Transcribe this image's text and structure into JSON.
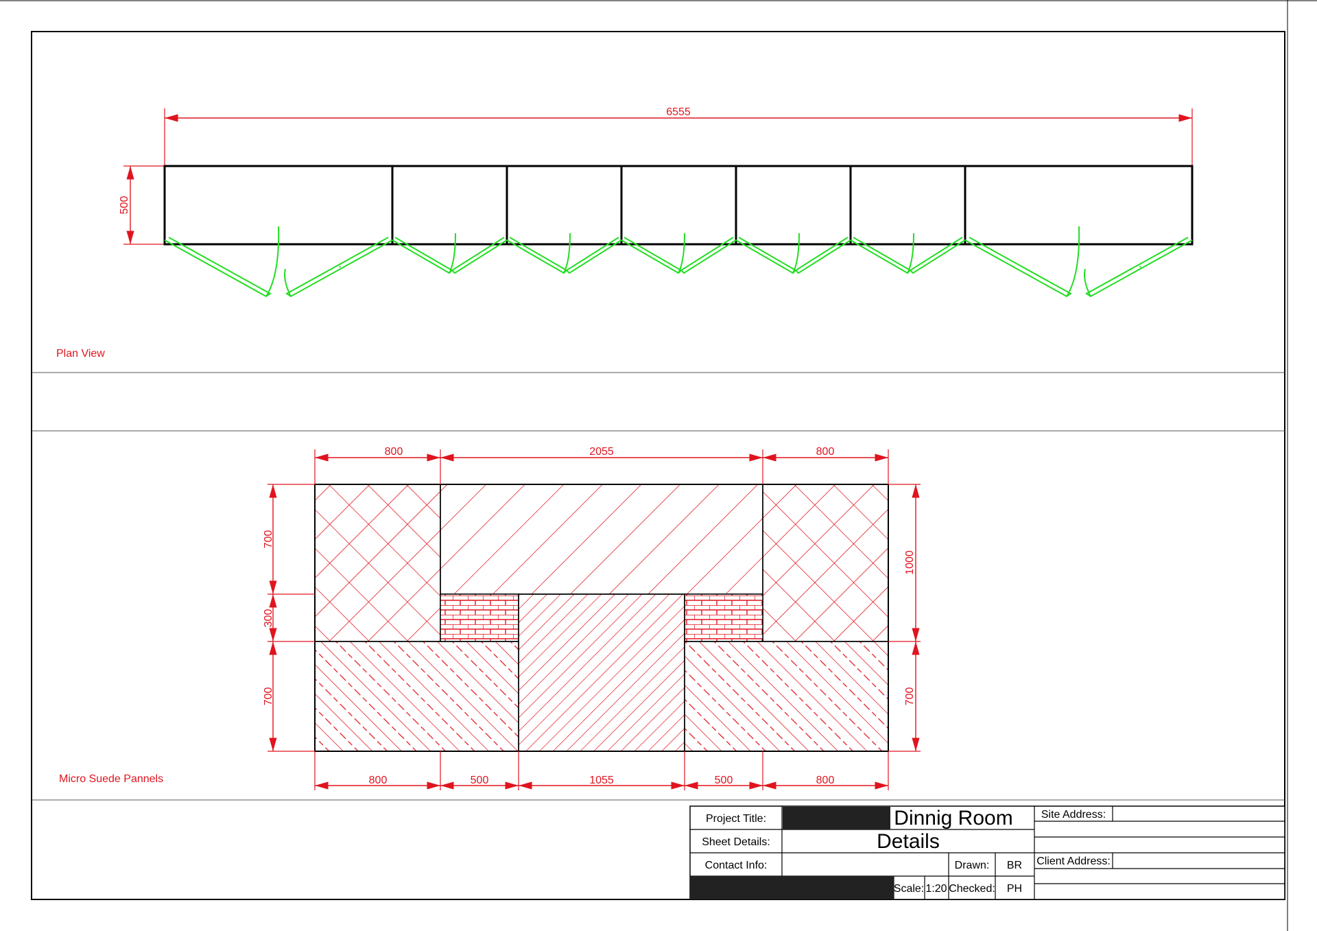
{
  "plan_view": {
    "label": "Plan View",
    "overall_width": "6555",
    "depth": "500"
  },
  "elevation": {
    "label": "Micro Suede Pannels",
    "top_dims": [
      "800",
      "2055",
      "800"
    ],
    "bottom_dims": [
      "800",
      "500",
      "1055",
      "500",
      "800"
    ],
    "left_dims": [
      "700",
      "300",
      "700"
    ],
    "right_dims": [
      "1000",
      "700"
    ]
  },
  "title_block": {
    "project_title_label": "Project Title:",
    "project_title": "Dinnig Room",
    "sheet_details_label": "Sheet Details:",
    "sheet_details": "Details",
    "contact_info_label": "Contact Info:",
    "drawn_label": "Drawn:",
    "drawn_value": "BR",
    "scale_label": "Scale:",
    "scale_value": "1:20",
    "checked_label": "Checked:",
    "checked_value": "PH",
    "site_address_label": "Site Address:",
    "client_address_label": "Client Address:"
  },
  "colors": {
    "dimension": "#e0141e",
    "door": "#22dd22",
    "outline": "#000000"
  }
}
